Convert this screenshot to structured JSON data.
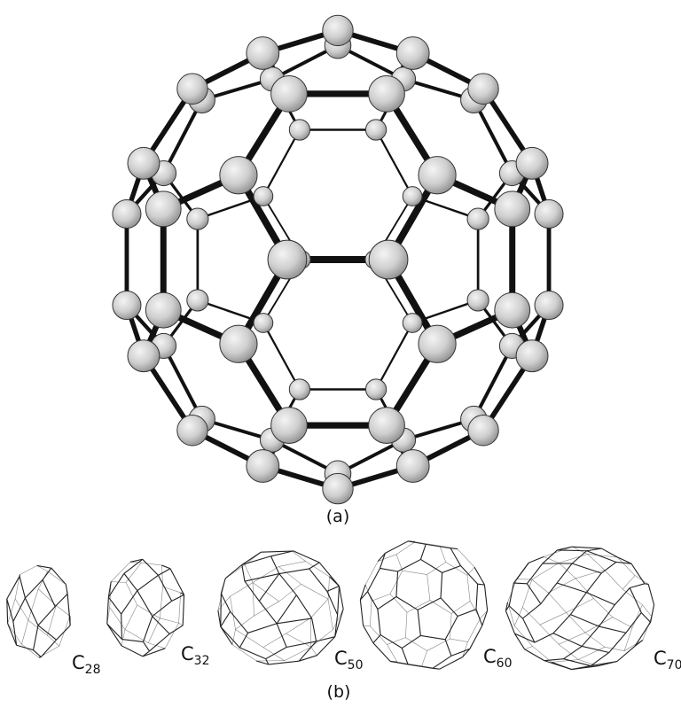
{
  "panel_a": {
    "caption": "(a)",
    "molecule": "C60 ball-and-stick model",
    "atom_color": "#d6d6d6",
    "bond_color": "#111111"
  },
  "panel_b": {
    "caption": "(b)",
    "molecules": [
      {
        "element": "C",
        "subscript": "28"
      },
      {
        "element": "C",
        "subscript": "32"
      },
      {
        "element": "C",
        "subscript": "50"
      },
      {
        "element": "C",
        "subscript": "60"
      },
      {
        "element": "C",
        "subscript": "70"
      }
    ]
  }
}
